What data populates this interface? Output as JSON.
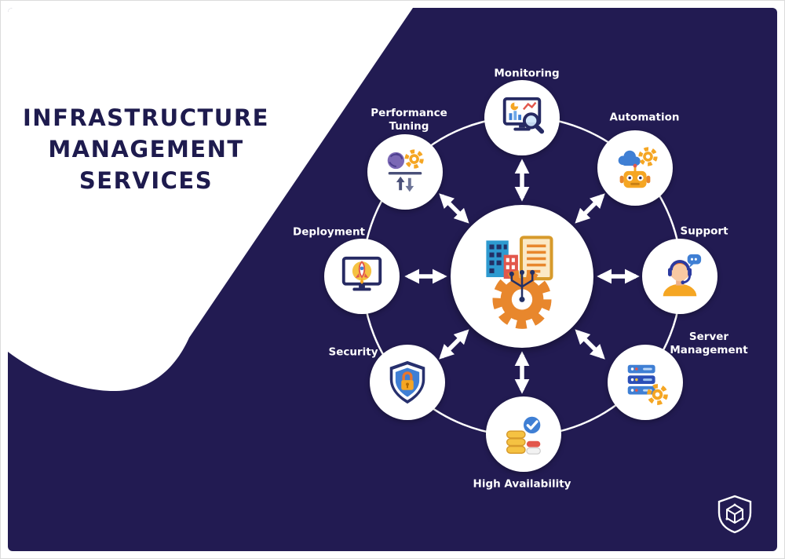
{
  "title": {
    "line1": "INFRASTRUCTURE",
    "line2": "MANAGEMENT",
    "line3": "SERVICES"
  },
  "center_hub": {
    "icon": "infrastructure-hub-icon"
  },
  "nodes": [
    {
      "label": "Monitoring",
      "icon": "monitoring-icon"
    },
    {
      "label": "Automation",
      "icon": "automation-icon"
    },
    {
      "label": "Support",
      "icon": "support-icon"
    },
    {
      "label": "Server\nManagement",
      "icon": "server-management-icon"
    },
    {
      "label": "High Availability",
      "icon": "high-availability-icon"
    },
    {
      "label": "Security",
      "icon": "security-icon"
    },
    {
      "label": "Deployment",
      "icon": "deployment-icon"
    },
    {
      "label": "Performance\nTuning",
      "icon": "performance-tuning-icon"
    }
  ],
  "logo": {
    "icon": "shield-cube-logo"
  },
  "colors": {
    "background": "#221b52",
    "title_text": "#1e1b4e",
    "label_text": "#ffffff",
    "accent_orange": "#f28a1e",
    "accent_blue": "#3f7fd4",
    "accent_navy": "#262a63",
    "accent_yellow": "#f5c242",
    "accent_red": "#e2574c",
    "accent_purple": "#7b68b5"
  }
}
